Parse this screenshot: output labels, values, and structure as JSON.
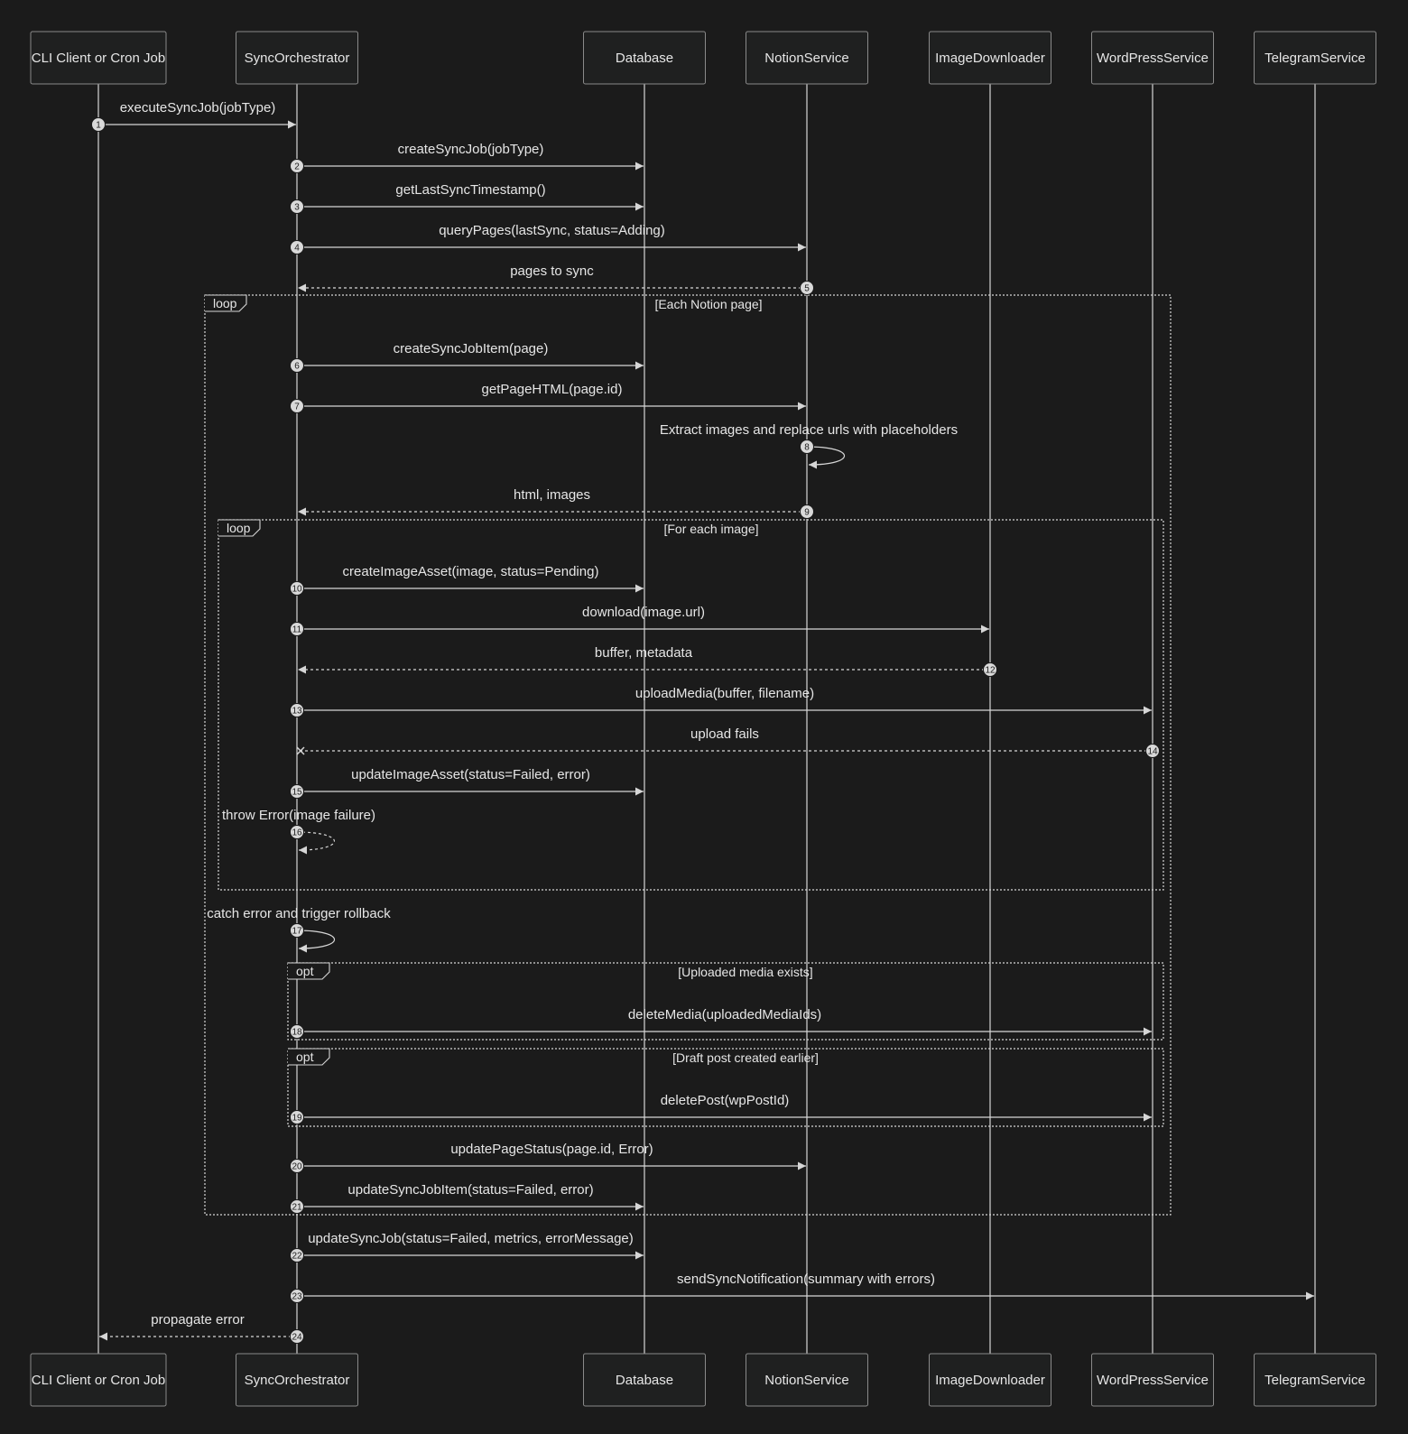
{
  "participants": [
    {
      "id": "cli",
      "label": "CLI Client or Cron Job"
    },
    {
      "id": "orch",
      "label": "SyncOrchestrator"
    },
    {
      "id": "db",
      "label": "Database"
    },
    {
      "id": "notion",
      "label": "NotionService"
    },
    {
      "id": "img",
      "label": "ImageDownloader"
    },
    {
      "id": "wp",
      "label": "WordPressService"
    },
    {
      "id": "tg",
      "label": "TelegramService"
    }
  ],
  "messages": [
    {
      "num": "1",
      "from": "cli",
      "to": "orch",
      "label": "executeSyncJob(jobType)",
      "style": "solid"
    },
    {
      "num": "2",
      "from": "orch",
      "to": "db",
      "label": "createSyncJob(jobType)",
      "style": "solid"
    },
    {
      "num": "3",
      "from": "orch",
      "to": "db",
      "label": "getLastSyncTimestamp()",
      "style": "solid"
    },
    {
      "num": "4",
      "from": "orch",
      "to": "notion",
      "label": "queryPages(lastSync, status=Adding)",
      "style": "solid"
    },
    {
      "num": "5",
      "from": "notion",
      "to": "orch",
      "label": "pages to sync",
      "style": "dashed"
    },
    {
      "num": "6",
      "from": "orch",
      "to": "db",
      "label": "createSyncJobItem(page)",
      "style": "solid"
    },
    {
      "num": "7",
      "from": "orch",
      "to": "notion",
      "label": "getPageHTML(page.id)",
      "style": "solid"
    },
    {
      "num": "8",
      "from": "notion",
      "to": "notion",
      "label": "Extract images and replace urls with placeholders",
      "style": "solid"
    },
    {
      "num": "9",
      "from": "notion",
      "to": "orch",
      "label": "html, images",
      "style": "dashed"
    },
    {
      "num": "10",
      "from": "orch",
      "to": "db",
      "label": "createImageAsset(image, status=Pending)",
      "style": "solid"
    },
    {
      "num": "11",
      "from": "orch",
      "to": "img",
      "label": "download(image.url)",
      "style": "solid"
    },
    {
      "num": "12",
      "from": "img",
      "to": "orch",
      "label": "buffer, metadata",
      "style": "dashed"
    },
    {
      "num": "13",
      "from": "orch",
      "to": "wp",
      "label": "uploadMedia(buffer, filename)",
      "style": "solid"
    },
    {
      "num": "14",
      "from": "wp",
      "to": "orch",
      "label": "upload fails",
      "style": "dashed-cross"
    },
    {
      "num": "15",
      "from": "orch",
      "to": "db",
      "label": "updateImageAsset(status=Failed, error)",
      "style": "solid"
    },
    {
      "num": "16",
      "from": "orch",
      "to": "orch",
      "label": "throw Error(image failure)",
      "style": "dashed"
    },
    {
      "num": "17",
      "from": "orch",
      "to": "orch",
      "label": "catch error and trigger rollback",
      "style": "solid"
    },
    {
      "num": "18",
      "from": "orch",
      "to": "wp",
      "label": "deleteMedia(uploadedMediaIds)",
      "style": "solid"
    },
    {
      "num": "19",
      "from": "orch",
      "to": "wp",
      "label": "deletePost(wpPostId)",
      "style": "solid"
    },
    {
      "num": "20",
      "from": "orch",
      "to": "notion",
      "label": "updatePageStatus(page.id, Error)",
      "style": "solid"
    },
    {
      "num": "21",
      "from": "orch",
      "to": "db",
      "label": "updateSyncJobItem(status=Failed, error)",
      "style": "solid"
    },
    {
      "num": "22",
      "from": "orch",
      "to": "db",
      "label": "updateSyncJob(status=Failed, metrics, errorMessage)",
      "style": "solid"
    },
    {
      "num": "23",
      "from": "orch",
      "to": "tg",
      "label": "sendSyncNotification(summary with errors)",
      "style": "solid"
    },
    {
      "num": "24",
      "from": "orch",
      "to": "cli",
      "label": "propagate error",
      "style": "dashed"
    }
  ],
  "fragments": [
    {
      "kind": "loop",
      "condition": "[Each Notion page]"
    },
    {
      "kind": "loop",
      "condition": "[For each image]"
    },
    {
      "kind": "opt",
      "condition": "[Uploaded media exists]"
    },
    {
      "kind": "opt",
      "condition": "[Draft post created earlier]"
    }
  ],
  "colors": {
    "background": "#1b1b1b",
    "line": "#d6d6d6",
    "box_fill": "#1f2020",
    "box_stroke": "#8a8a8a",
    "text": "#e6e6e6"
  }
}
